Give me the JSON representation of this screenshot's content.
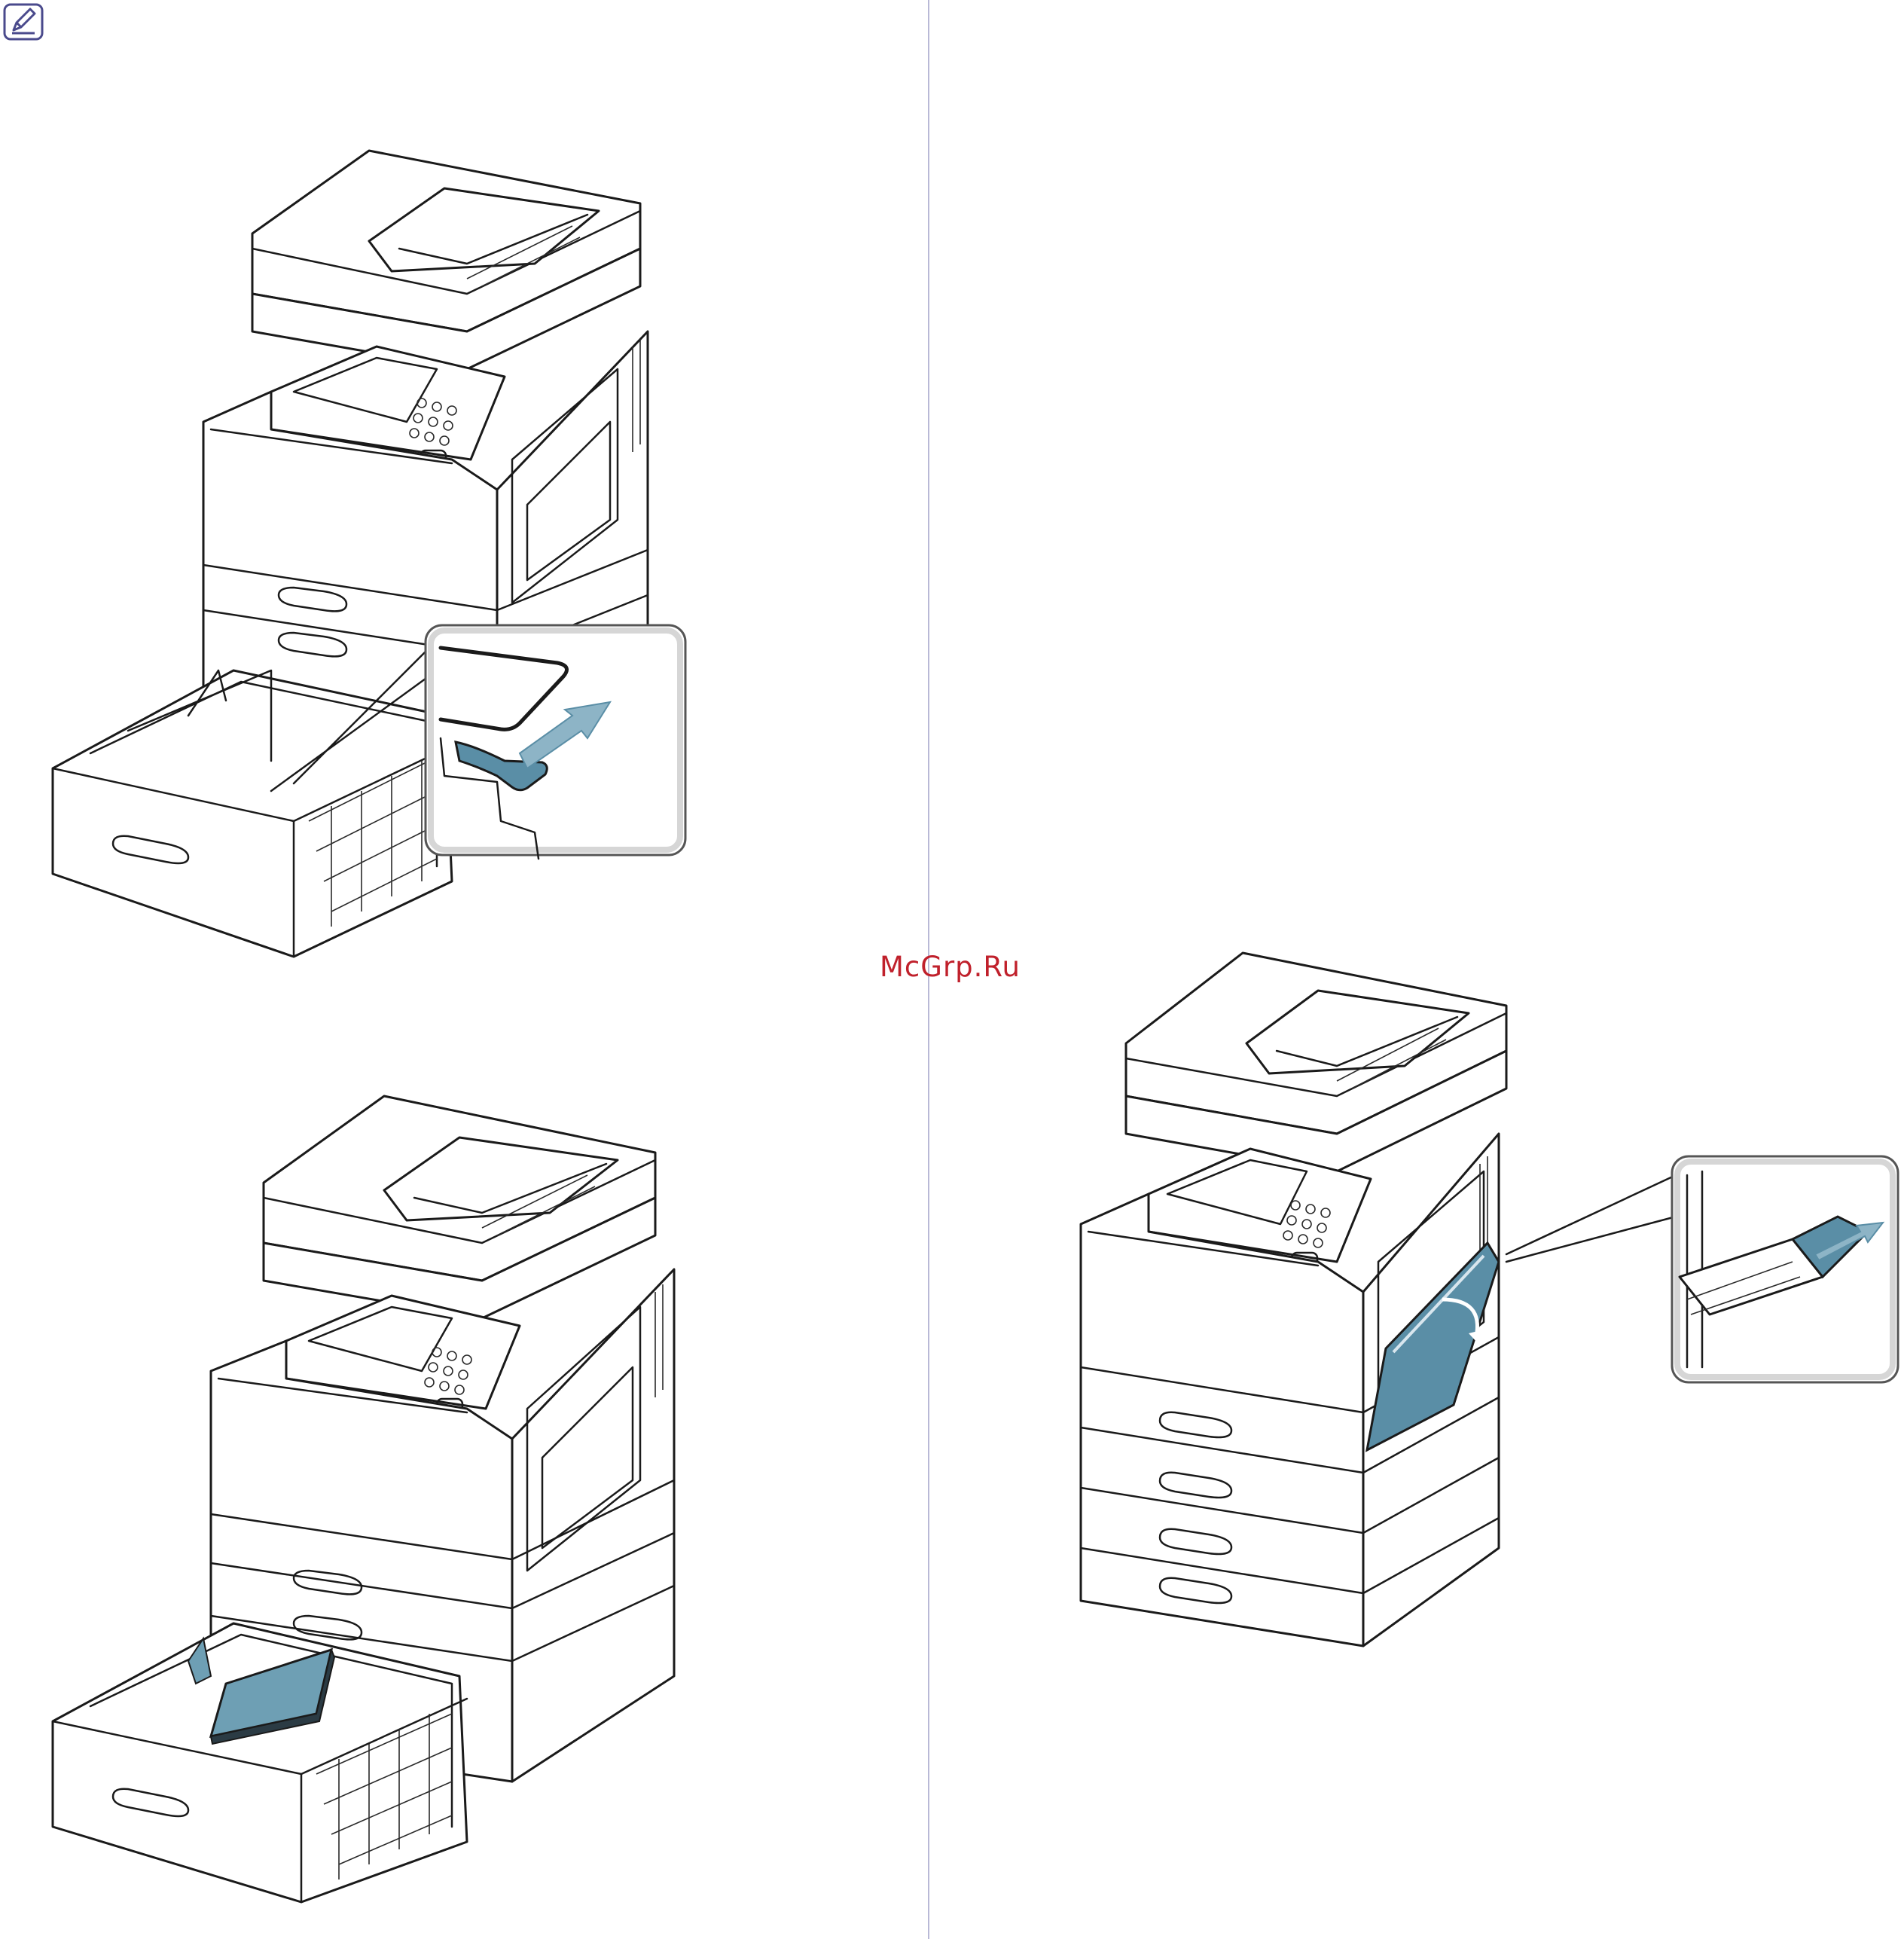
{
  "page": {
    "watermark": "McGrp.Ru",
    "note_icon": "note-pencil-icon",
    "accent_color": "#5a8ea6",
    "divider_color": "#b9b9d6",
    "watermark_color": "#c0202b"
  },
  "figures": [
    {
      "name": "printer-tray-guide",
      "icon": "printer-icon"
    },
    {
      "name": "printer-tray-paper-loaded",
      "icon": "printer-icon"
    },
    {
      "name": "printer-bypass-tray-open",
      "icon": "printer-icon"
    }
  ]
}
